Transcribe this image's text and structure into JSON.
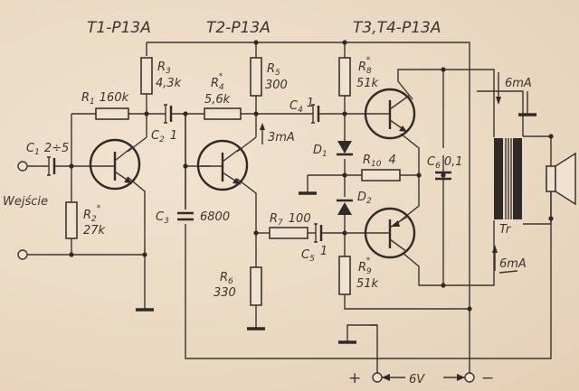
{
  "diagram": {
    "transistor_groups": [
      {
        "label": "T1-P13A"
      },
      {
        "label": "T2-P13A"
      },
      {
        "label": "T3,T4-P13A"
      }
    ],
    "resistors": [
      {
        "ref": "R",
        "sub": "1",
        "value": "160k",
        "star": ""
      },
      {
        "ref": "R",
        "sub": "2",
        "value": "27k",
        "star": "*"
      },
      {
        "ref": "R",
        "sub": "3",
        "value": "4,3k",
        "star": ""
      },
      {
        "ref": "R",
        "sub": "4",
        "value": "5,6k",
        "star": "*"
      },
      {
        "ref": "R",
        "sub": "5",
        "value": "300",
        "star": ""
      },
      {
        "ref": "R",
        "sub": "6",
        "value": "330",
        "star": ""
      },
      {
        "ref": "R",
        "sub": "7",
        "value": "100",
        "star": ""
      },
      {
        "ref": "R",
        "sub": "8",
        "value": "51k",
        "star": "*"
      },
      {
        "ref": "R",
        "sub": "9",
        "value": "51k",
        "star": "*"
      },
      {
        "ref": "R",
        "sub": "10",
        "value": "4",
        "star": ""
      }
    ],
    "capacitors": [
      {
        "ref": "C",
        "sub": "1",
        "value": "2÷5"
      },
      {
        "ref": "C",
        "sub": "2",
        "value": "1"
      },
      {
        "ref": "C",
        "sub": "3",
        "value": "6800"
      },
      {
        "ref": "C",
        "sub": "4",
        "value": "1"
      },
      {
        "ref": "C",
        "sub": "5",
        "value": "1"
      },
      {
        "ref": "C",
        "sub": "6",
        "value": "0,1"
      }
    ],
    "diodes": [
      {
        "ref": "D",
        "sub": "1"
      },
      {
        "ref": "D",
        "sub": "2"
      }
    ],
    "transformer": {
      "label": "Tr"
    },
    "input_label": "Wejście",
    "currents": {
      "t2": "3mA",
      "top": "6mA",
      "bottom": "6mA"
    },
    "supply": {
      "plus": "+",
      "minus": "−",
      "voltage": "6V"
    },
    "star_mark": "*",
    "colors": {
      "ink": "#3b3432",
      "paper": "#ecdcc6"
    }
  }
}
